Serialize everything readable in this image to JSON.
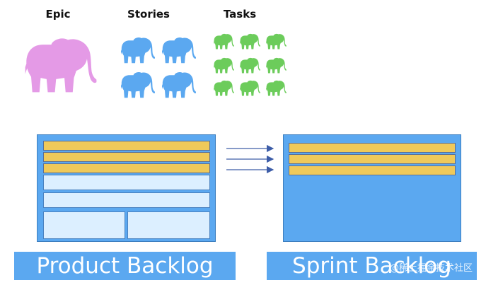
{
  "headings": {
    "epic": "Epic",
    "stories": "Stories",
    "tasks": "Tasks"
  },
  "colors": {
    "epic": "#e49ae6",
    "story": "#5ba8f0",
    "task": "#6ccc5b",
    "panel": "#5ba8f0",
    "strip": "#efc95a",
    "pale": "#dcefff",
    "arrow": "#3d5da8"
  },
  "icons": {
    "elephant": "elephant-icon",
    "arrow": "arrow-right-icon"
  },
  "groups": {
    "epic_count": 1,
    "story_count": 4,
    "task_count": 9
  },
  "product_backlog": {
    "label": "Product Backlog",
    "strip_count": 3,
    "pale_rows": 2,
    "pale_cells": 2
  },
  "sprint_backlog": {
    "label": "Sprint Backlog",
    "strip_count": 3
  },
  "flow": {
    "arrow_count": 3
  },
  "watermark": "@稀土掘金技术社区"
}
